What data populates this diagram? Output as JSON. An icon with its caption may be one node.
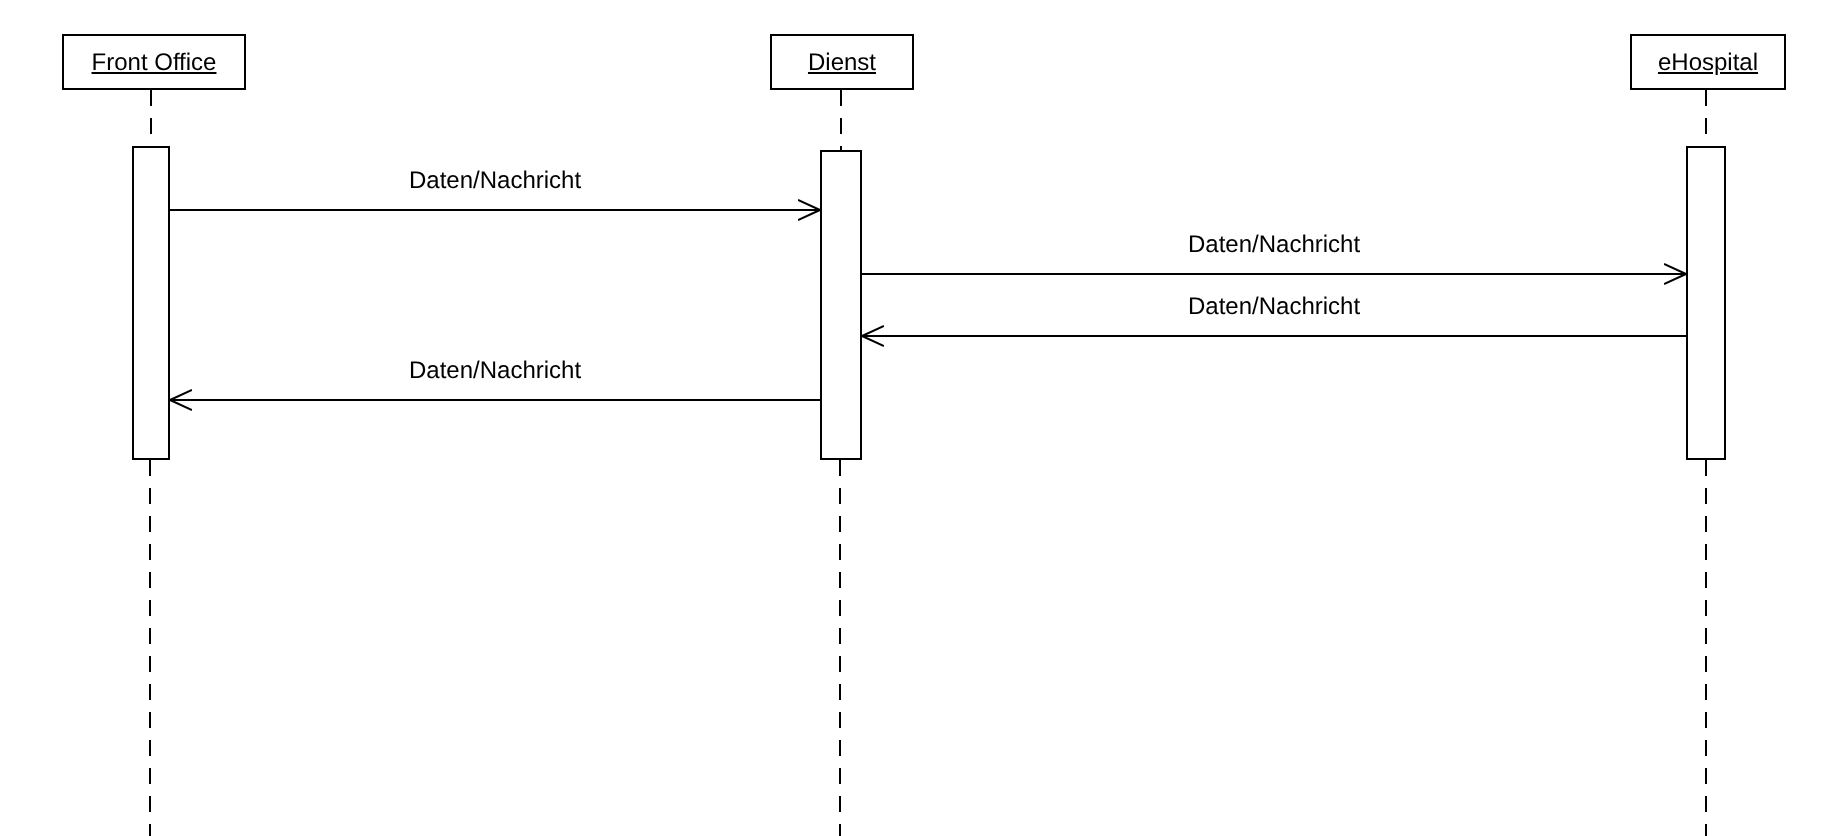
{
  "diagram": {
    "nodes": [
      {
        "text": [
          "Front Office"
        ]
      },
      {
        "text": [
          "Dienst"
        ]
      },
      {
        "text": [
          "eHospital"
        ]
      },
      {
        "text": [],
        "shape": "bar"
      },
      {
        "text": [],
        "shape": "bar"
      },
      {
        "text": [],
        "shape": "bar"
      }
    ],
    "edges": [
      {
        "from": 0,
        "to": 3,
        "arrow": "none",
        "style": "dashed"
      },
      {
        "from": 1,
        "to": 4,
        "arrow": "none",
        "style": "dashed"
      },
      {
        "from": 2,
        "to": 5,
        "arrow": "none",
        "style": "dashed"
      },
      {
        "from": 3,
        "to": 4,
        "arrow": "to",
        "label": "Daten/Nachricht"
      },
      {
        "from": 4,
        "to": 5,
        "arrow": "to",
        "label": "Daten/Nachricht"
      },
      {
        "from": 5,
        "to": 4,
        "arrow": "to",
        "label": "Daten/Nachricht"
      },
      {
        "from": 4,
        "to": 3,
        "arrow": "to",
        "label": "Daten/Nachricht"
      }
    ]
  }
}
